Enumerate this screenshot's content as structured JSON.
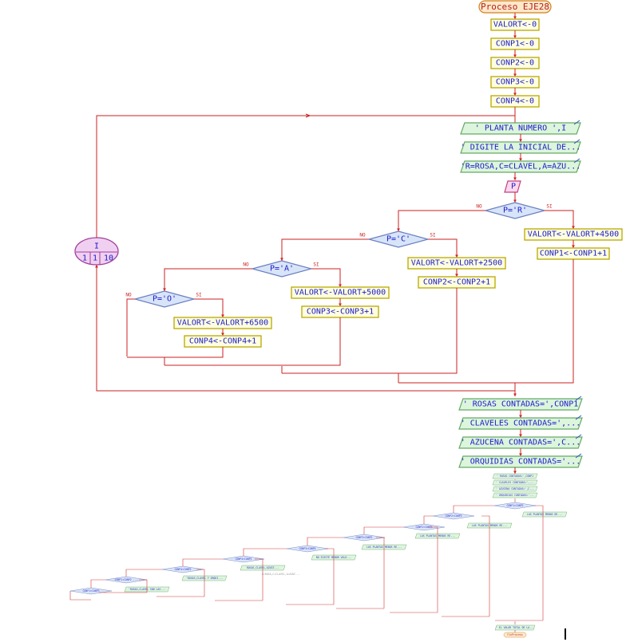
{
  "colors": {
    "line": "#cc2222",
    "box_fill": "#ffffe0",
    "box_stroke": "#b8a800",
    "io_fill": "#dcf5dc",
    "io_stroke": "#66aa66",
    "dec_fill": "#d8e4f8",
    "dec_stroke": "#6a7fc0",
    "loop_fill": "#f0d0f0",
    "loop_stroke": "#a040a0",
    "text": "#1a1acc",
    "label": "#cc2222"
  },
  "flowchart": {
    "title": "Proceso EJE28",
    "init": [
      "VALORT<-0",
      "CONP1<-0",
      "CONP2<-0",
      "CONP3<-0",
      "CONP4<-0"
    ],
    "loop": {
      "var": "I",
      "from": "1",
      "step": "1",
      "to": "10"
    },
    "outputs_in_loop": [
      "' PLANTA NUMERO ',I",
      "' DIGITE LA INICIAL DE...",
      "'R=ROSA,C=CLAVEL,A=AZU..."
    ],
    "read_var": "P",
    "decisions": [
      {
        "cond": "P='R'",
        "yes": [
          "VALORT<-VALORT+4500",
          "CONP1<-CONP1+1"
        ]
      },
      {
        "cond": "P='C'",
        "yes": [
          "VALORT<-VALORT+2500",
          "CONP2<-CONP2+1"
        ]
      },
      {
        "cond": "P='A'",
        "yes": [
          "VALORT<-VALORT+5000",
          "CONP3<-CONP3+1"
        ]
      },
      {
        "cond": "P='O'",
        "yes": [
          "VALORT<-VALORT+6500",
          "CONP4<-CONP4+1"
        ]
      }
    ],
    "yes_label": "SI",
    "no_label": "NO",
    "final_outputs": [
      "' ROSAS CONTADAS=',CONP1",
      "' CLAVELES CONTADAS=',...",
      "' AZUCENA CONTADAS=',C...",
      "' ORQUIDIAS CONTADAS='..."
    ]
  },
  "mini": {
    "outputs": [
      "' ROSAS CONTADAS=',CONP1",
      "' CLAVELES CONTADAS=',...",
      "' AZUCENA CONTADAS=',C...",
      "' ORQUIDIAS CONTADAS='..."
    ],
    "decisions": [
      "CONP1<CONP2",
      "CONP2<CONP3",
      "CONP2<CONP4",
      "CONP3<CONP1",
      "CONP3<CONP4",
      "CONP4<CONP1",
      "CONP4<CONP2",
      "CONP1=CONP2 ...",
      "CONP1<CONP3",
      "CONP2<CONP4",
      "CONP1<CONP4"
    ],
    "outputs_branch": [
      "LAS PLANTAS MENOS DE...",
      "LAS PLANTAS MENOS RE...",
      "LAS PLANTAS MENOS RE...",
      "LAS PLANTAS MENOS RE...",
      "NO EXISTE MENOR VALO...",
      "ROSAS,CLAVEL,AZUCE...",
      "'ROSAS,CLAVEL Y ORQUI...",
      "'ROSAS,CLAVEL SON LAS..."
    ],
    "footer_output": "' EL VALOR TOTAL DE LA...",
    "end": "FinProceso",
    "faded_text": "R=ROSA,C=CLAVEL,A=AZUC..."
  }
}
